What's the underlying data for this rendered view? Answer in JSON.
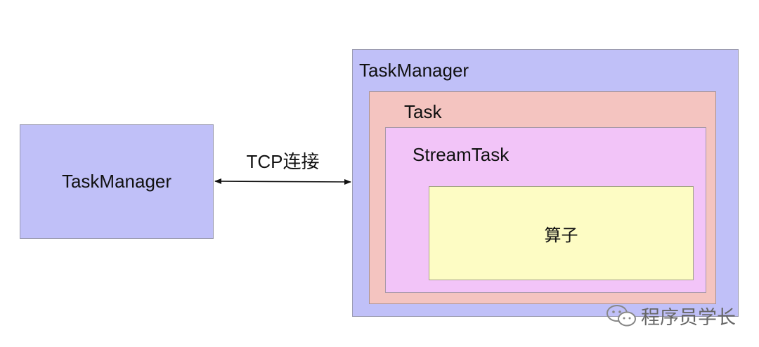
{
  "diagram": {
    "left_node": {
      "label": "TaskManager",
      "fill": "#c0c0f8"
    },
    "connection": {
      "label": "TCP连接",
      "color": "#111111"
    },
    "right_node": {
      "label": "TaskManager",
      "fill": "#c0c0f8",
      "task": {
        "label": "Task",
        "fill": "#f4c4c0",
        "stream_task": {
          "label": "StreamTask",
          "fill": "#f2c4f8",
          "operator": {
            "label": "算子",
            "fill": "#fdfcc4"
          }
        }
      }
    }
  },
  "watermark": {
    "text": "程序员学长",
    "icon": "wechat-icon"
  }
}
